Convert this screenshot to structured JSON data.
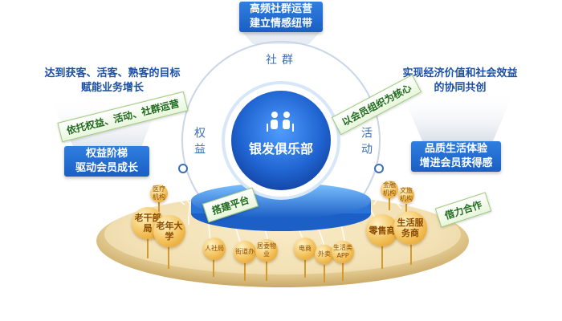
{
  "top": {
    "line1": "高频社群运营",
    "line2": "建立情感纽带"
  },
  "ring": {
    "top": "社群",
    "left": "权益",
    "right": "活动"
  },
  "center": {
    "title": "银发俱乐部"
  },
  "left": {
    "text_line1": "达到获客、活客、熟客的目标",
    "text_line2": "赋能业务增长",
    "tag": "依托权益、活动、社群运营",
    "box_line1": "权益阶梯",
    "box_line2": "驱动会员成长"
  },
  "right": {
    "text_line1": "实现经济价值和社会效益",
    "text_line2": "的协同共创",
    "tag": "以会员组织为核心",
    "box_line1": "品质生活体验",
    "box_line2": "增进会员获得感"
  },
  "platform_tag": "搭建平台",
  "partner_tag": "借力合作",
  "nodes": [
    {
      "label": "老干部局",
      "size": "big"
    },
    {
      "label": "老年大学",
      "size": "big"
    },
    {
      "label": "医疗机构",
      "size": "small"
    },
    {
      "label": "人社局",
      "size": "small"
    },
    {
      "label": "街道办",
      "size": "small"
    },
    {
      "label": "居委物业",
      "size": "small"
    },
    {
      "label": "电商",
      "size": "small"
    },
    {
      "label": "外卖",
      "size": "small"
    },
    {
      "label": "生活类APP",
      "size": "small"
    },
    {
      "label": "零售商",
      "size": "big"
    },
    {
      "label": "生活服务商",
      "size": "big"
    },
    {
      "label": "金融机构",
      "size": "small"
    },
    {
      "label": "文旅机构",
      "size": "small"
    }
  ],
  "colors": {
    "brand_blue": "#1a5fc4",
    "ring_blue": "#3b6fb5",
    "tag_green": "#1e6a1e",
    "gold": "#f3c15a"
  }
}
